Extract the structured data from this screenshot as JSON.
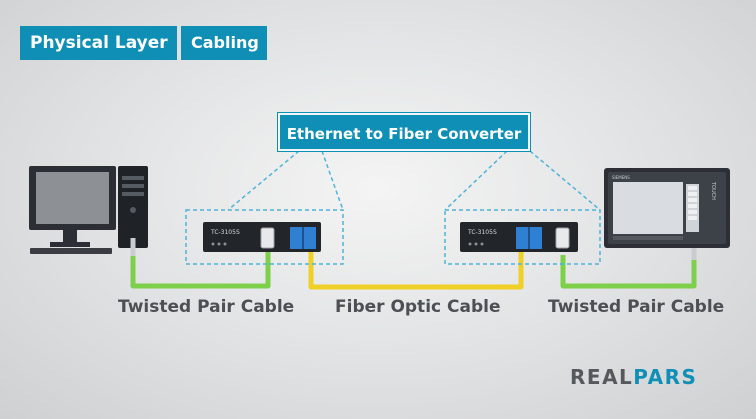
{
  "header": {
    "tag_primary": "Physical Layer",
    "tag_secondary": "Cabling"
  },
  "callout": {
    "title": "Ethernet to Fiber Converter"
  },
  "devices": {
    "converter_left_model": "TC-3105S",
    "converter_right_model": "TC-3105S",
    "hmi_brand": "SIEMENS",
    "hmi_side_text": "TOUCH"
  },
  "cables": {
    "left": "Twisted Pair Cable",
    "middle": "Fiber Optic Cable",
    "right": "Twisted Pair Cable"
  },
  "brand": {
    "logo_part1": "REAL",
    "logo_part2": "PARS"
  },
  "colors": {
    "accent": "#0f8fb5",
    "twisted_pair": "#7ed04b",
    "fiber": "#f0cf26",
    "dashed_outline": "#4fb3d9",
    "device_body": "#22262b"
  }
}
